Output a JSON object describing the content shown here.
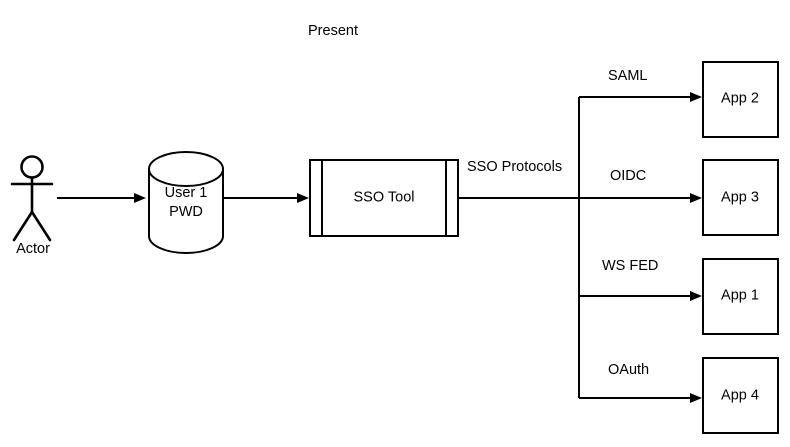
{
  "diagram": {
    "title": "Present",
    "background_color": "#ffffff",
    "stroke_color": "#000000",
    "nodes": {
      "actor": {
        "label": "Actor",
        "shape": "stick-figure"
      },
      "database": {
        "label": "User 1\nPWD",
        "shape": "cylinder"
      },
      "sso_tool": {
        "label": "SSO Tool",
        "shape": "process-double-bar"
      },
      "app2": {
        "label": "App 2",
        "shape": "rectangle"
      },
      "app3": {
        "label": "App 3",
        "shape": "rectangle"
      },
      "app1": {
        "label": "App 1",
        "shape": "rectangle"
      },
      "app4": {
        "label": "App 4",
        "shape": "rectangle"
      }
    },
    "edge_labels": {
      "sso_protocols": "SSO Protocols",
      "saml": "SAML",
      "oidc": "OIDC",
      "ws_fed": "WS FED",
      "oauth": "OAuth"
    }
  }
}
